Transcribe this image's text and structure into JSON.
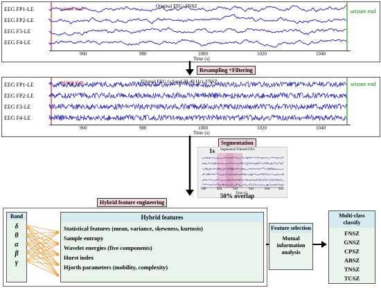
{
  "panel1": {
    "title": "Original EEG: FNSZ",
    "seizure_start": "seizure start",
    "seizure_end": "seizure end",
    "channels": [
      "EEG FP1-LE",
      "EEG FP2-LE",
      "EEG F3-LE",
      "EEG F4-LE"
    ],
    "ticks": [
      "960",
      "980",
      "1000",
      "1020",
      "1040"
    ],
    "xlabel": "Time (s)"
  },
  "step1": "Resampling +Filtering",
  "panel2": {
    "title": "Filtered EEG (γ band 30-40 Hz): FNSZ",
    "seizure_start": "seizure start",
    "seizure_end": "seizure end",
    "channels": [
      "EEG FP1-LE",
      "EEG FP2-LE",
      "EEG F3-LE",
      "EEG F4-LE"
    ],
    "ticks": [
      "960",
      "980",
      "1000",
      "1020",
      "1040"
    ],
    "xlabel": "Time (s)"
  },
  "step2": "Segmentation",
  "seg": {
    "window": "1s",
    "title": "Segmented Filtered EEG",
    "ticks": [
      "940",
      "941",
      "942",
      "943",
      "944",
      "945"
    ],
    "xlabel": "Time (s)",
    "overlap": "50% overlap"
  },
  "step3": "Hybrid feature engineering",
  "band": {
    "title": "Band",
    "symbols": [
      "δ",
      "θ",
      "α",
      "β",
      "γ"
    ]
  },
  "hybrid": {
    "title": "Hybrid features",
    "items": [
      "Statistical  features (mean, variance, skewness, kurtosis)",
      "Sample entropy",
      "Wavelet energies (five components)",
      "Hurst index",
      "Hjorth parameters (mobility, complexity)"
    ]
  },
  "feature_selection": {
    "title": "Feature selection",
    "method": "Mutual information analysis"
  },
  "classify": {
    "title": "Multi-class classify",
    "classes": [
      "FNSZ",
      "GNSZ",
      "CPSZ",
      "ABSZ",
      "TNSZ",
      "TCSZ"
    ]
  },
  "colors": {
    "signal": "#1a1aa6",
    "seizure_start": "#c00000",
    "seizure_end": "#008000",
    "step_label_bg": "#f2d5d9",
    "box_head_bg": "#d4ecf2",
    "box_bg": "#eaf4ea",
    "arrow_orange": "#e8a040"
  }
}
